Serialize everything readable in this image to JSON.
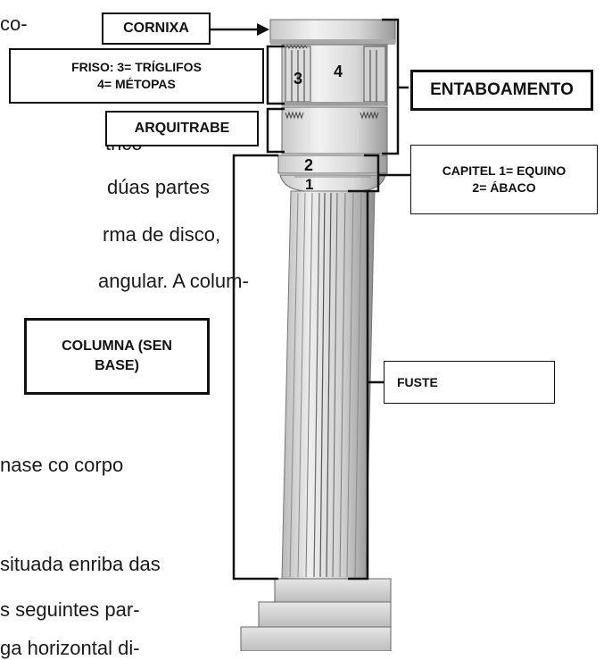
{
  "body_text": [
    "co-",
    "trico",
    "dúas partes",
    "rma de disco,",
    "angular. A colum-",
    "nase co corpo",
    "situada enriba das",
    "s seguintes par-",
    "ga horizontal di-"
  ],
  "labels": {
    "cornixa": "CORNIXA",
    "friso_line1": "FRISO: 3= TRÍGLIFOS",
    "friso_line2": "4= MÉTOPAS",
    "arquitrabe": "ARQUITRABE",
    "entaboamento": "ENTABOAMENTO",
    "capitel_line1": "CAPITEL 1= EQUINO",
    "capitel_line2": "2= ÁBACO",
    "columna_line1": "COLUMNA (SEN",
    "columna_line2": "BASE)",
    "fuste": "FUSTE"
  },
  "numbers": {
    "n1": "1",
    "n2": "2",
    "n3": "3",
    "n4": "4"
  }
}
